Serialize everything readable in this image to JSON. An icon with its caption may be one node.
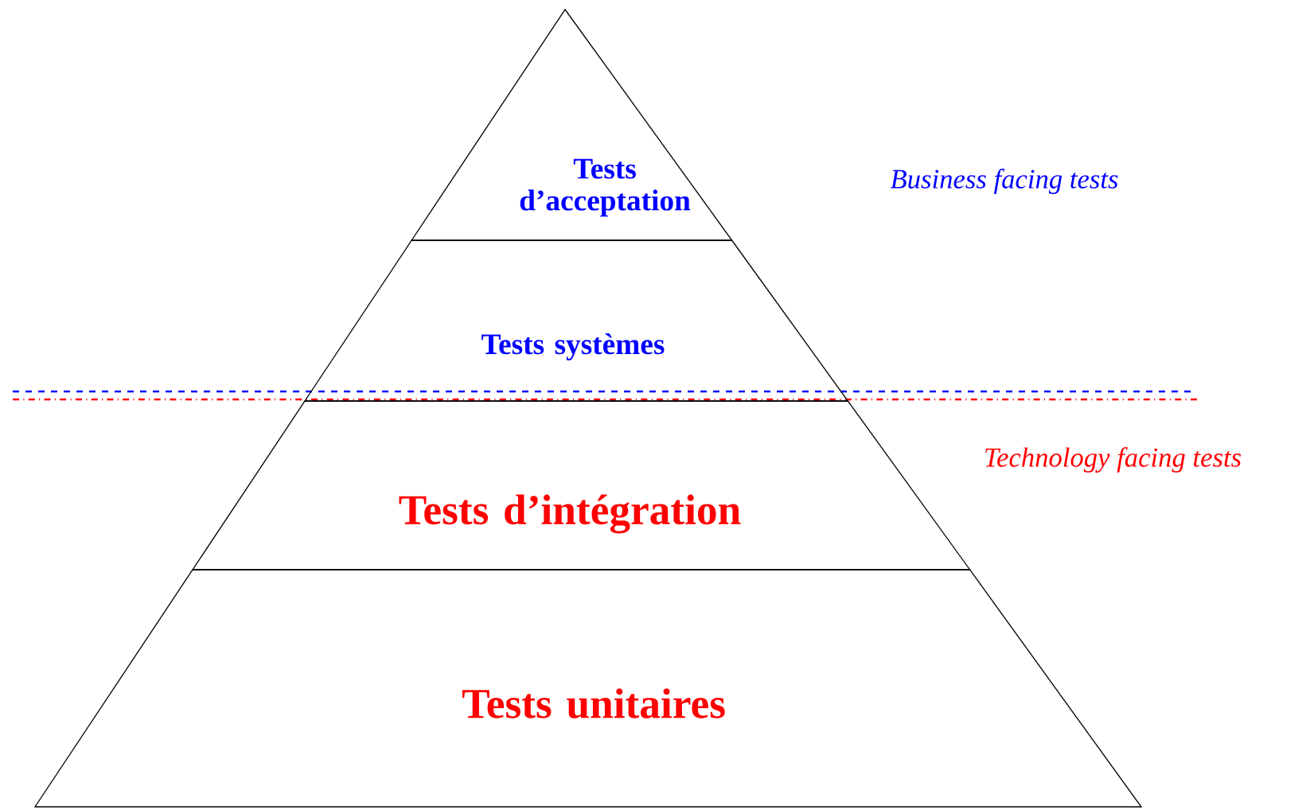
{
  "diagram": {
    "nodes": [
      {
        "text": [
          "Tests d’acceptation"
        ]
      },
      {
        "text": [
          "Tests systèmes"
        ]
      },
      {
        "text": [
          "Tests d’intégration"
        ]
      },
      {
        "text": [
          "Tests unitaires"
        ]
      }
    ],
    "labels": [
      "Business facing tests",
      "Technology facing tests"
    ]
  }
}
